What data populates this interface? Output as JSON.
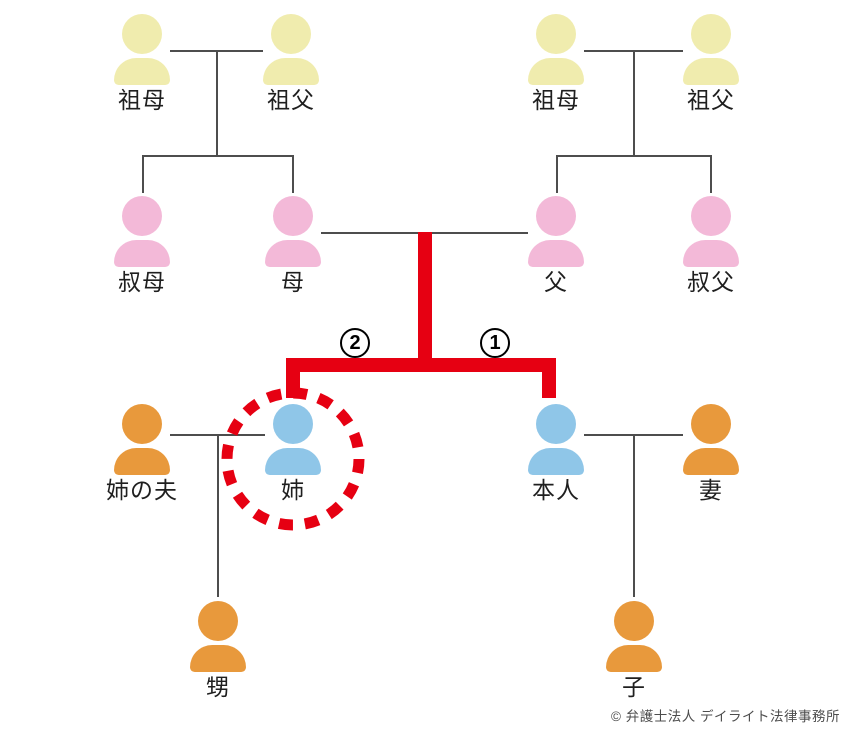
{
  "diagram": {
    "persons": [
      {
        "name": "grandmother-maternal",
        "label": "祖母",
        "color": "grandparent"
      },
      {
        "name": "grandfather-maternal",
        "label": "祖父",
        "color": "grandparent"
      },
      {
        "name": "grandmother-paternal",
        "label": "祖母",
        "color": "grandparent"
      },
      {
        "name": "grandfather-paternal",
        "label": "祖父",
        "color": "grandparent"
      },
      {
        "name": "aunt",
        "label": "叔母",
        "color": "parent"
      },
      {
        "name": "mother",
        "label": "母",
        "color": "parent"
      },
      {
        "name": "father",
        "label": "父",
        "color": "parent"
      },
      {
        "name": "uncle",
        "label": "叔父",
        "color": "parent"
      },
      {
        "name": "sisters-husband",
        "label": "姉の夫",
        "color": "relative"
      },
      {
        "name": "sister",
        "label": "姉",
        "color": "self",
        "highlighted": true
      },
      {
        "name": "self",
        "label": "本人",
        "color": "self"
      },
      {
        "name": "wife",
        "label": "妻",
        "color": "relative"
      },
      {
        "name": "nephew",
        "label": "甥",
        "color": "relative"
      },
      {
        "name": "child",
        "label": "子",
        "color": "relative"
      }
    ],
    "markers": [
      {
        "digit": "2"
      },
      {
        "digit": "1"
      }
    ],
    "footer": {
      "copyright": "© 弁護士法人 デイライト法律事務所"
    },
    "colors": {
      "grandparent": "#f0ecae",
      "parent": "#f3b9d8",
      "self": "#8fc6e8",
      "relative": "#e8993c",
      "accent": "#e60012",
      "line": "#4d4d4d",
      "text": "#1f1f1f"
    }
  }
}
